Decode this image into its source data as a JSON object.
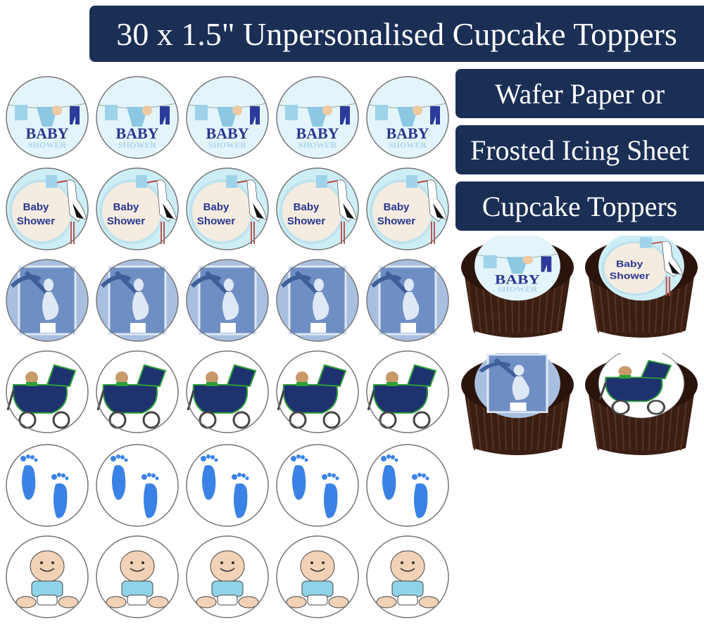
{
  "title": "30 x 1.5\" Unpersonalised Cupcake Toppers",
  "side_labels": [
    "Wafer Paper or",
    "Frosted Icing Sheet",
    "Cupcake Toppers"
  ],
  "designs": [
    {
      "type": "clothesline",
      "text1": "BABY",
      "text2": "SHOWER"
    },
    {
      "type": "stork",
      "text1": "Baby",
      "text2": "Shower"
    },
    {
      "type": "pregnant-silhouette"
    },
    {
      "type": "pram"
    },
    {
      "type": "footprints"
    },
    {
      "type": "baby"
    }
  ],
  "per_row": 5,
  "colors": {
    "banner": "#1b2f55",
    "navy_text": "#2a3690",
    "light_blue": "#d6eef7",
    "foot_blue": "#3b82e6",
    "chocolate": "#3a1f14"
  }
}
